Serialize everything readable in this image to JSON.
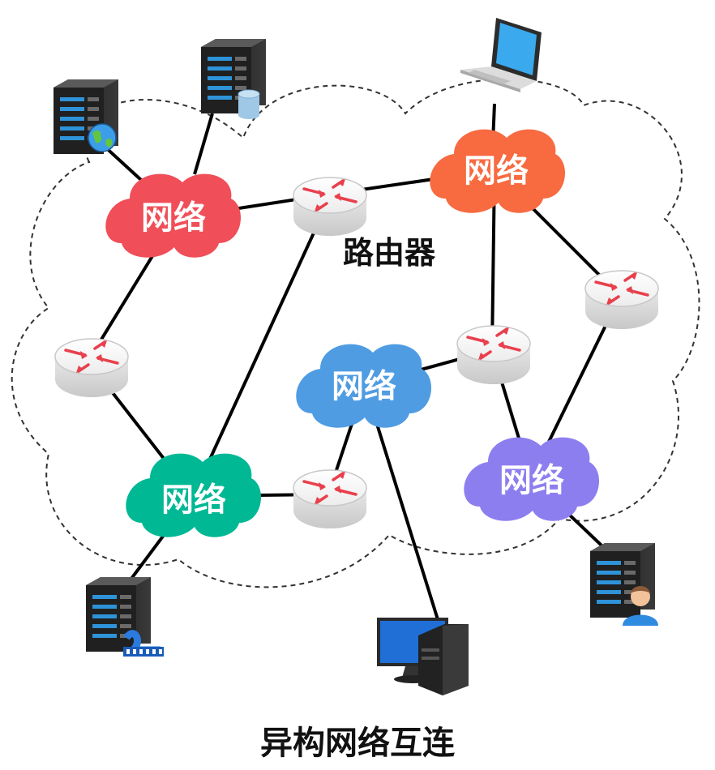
{
  "title": "异构网络互连",
  "router_label": "路由器",
  "networks": [
    {
      "id": "net-red",
      "label": "网络",
      "color": "#f04e58"
    },
    {
      "id": "net-orange",
      "label": "网络",
      "color": "#f86a40"
    },
    {
      "id": "net-blue",
      "label": "网络",
      "color": "#4f9ce3"
    },
    {
      "id": "net-teal",
      "label": "网络",
      "color": "#00b894"
    },
    {
      "id": "net-purple",
      "label": "网络",
      "color": "#8d7ef0"
    }
  ],
  "routers": [
    "router-top",
    "router-left",
    "router-center-bottom",
    "router-right-middle",
    "router-right-top"
  ],
  "devices": [
    {
      "id": "web-server",
      "icon": "server-globe-icon"
    },
    {
      "id": "database-server",
      "icon": "server-database-icon"
    },
    {
      "id": "laptop",
      "icon": "laptop-icon"
    },
    {
      "id": "video-server",
      "icon": "server-film-icon"
    },
    {
      "id": "desktop-pc",
      "icon": "desktop-computer-icon"
    },
    {
      "id": "user-server",
      "icon": "server-user-icon"
    }
  ]
}
